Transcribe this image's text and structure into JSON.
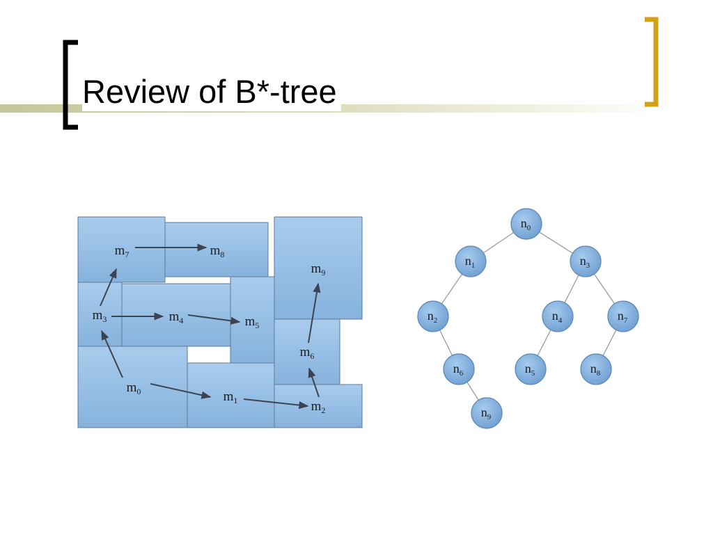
{
  "slide": {
    "title": "Review of B*-tree"
  },
  "colors": {
    "accent_gold": "#d4a017",
    "bracket_black": "#000000",
    "module_fill": "#9ec3e6",
    "node_fill": "#8cb7e3",
    "arrow": "#3c4350"
  },
  "placement": {
    "modules": [
      "m7",
      "m8",
      "m3",
      "m4",
      "m5",
      "m9",
      "m6",
      "m0",
      "m1",
      "m2"
    ],
    "arrows": [
      {
        "from": "m0",
        "to": "m1"
      },
      {
        "from": "m1",
        "to": "m2"
      },
      {
        "from": "m0",
        "to": "m3"
      },
      {
        "from": "m2",
        "to": "m6"
      },
      {
        "from": "m3",
        "to": "m4"
      },
      {
        "from": "m4",
        "to": "m5"
      },
      {
        "from": "m3",
        "to": "m7"
      },
      {
        "from": "m6",
        "to": "m9"
      },
      {
        "from": "m7",
        "to": "m8"
      }
    ]
  },
  "tree": {
    "nodes": [
      "n0",
      "n1",
      "n3",
      "n2",
      "n4",
      "n7",
      "n6",
      "n5",
      "n8",
      "n9"
    ],
    "edges": [
      {
        "from": "n0",
        "to": "n1"
      },
      {
        "from": "n0",
        "to": "n3"
      },
      {
        "from": "n1",
        "to": "n2"
      },
      {
        "from": "n3",
        "to": "n4"
      },
      {
        "from": "n3",
        "to": "n7"
      },
      {
        "from": "n2",
        "to": "n6"
      },
      {
        "from": "n4",
        "to": "n5"
      },
      {
        "from": "n7",
        "to": "n8"
      },
      {
        "from": "n6",
        "to": "n9"
      }
    ]
  }
}
